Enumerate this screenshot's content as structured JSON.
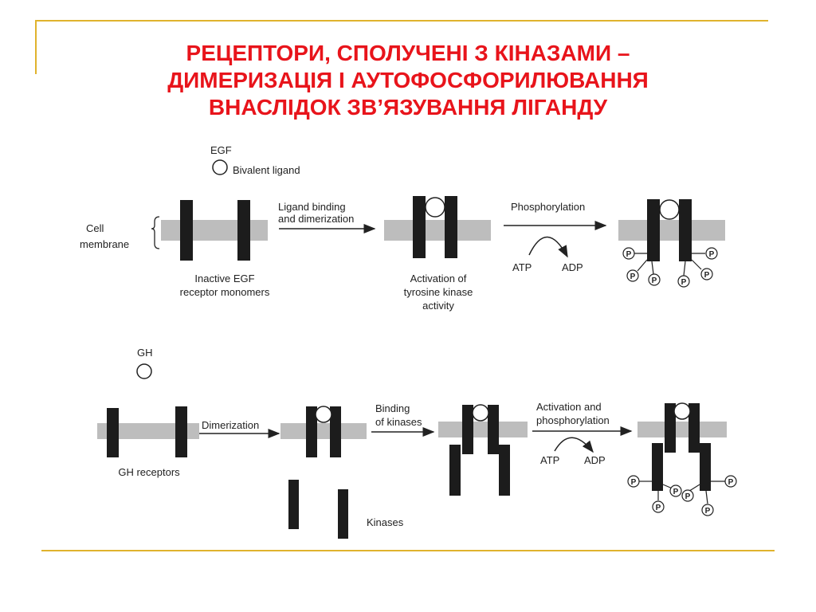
{
  "slide": {
    "title_lines": [
      "РЕЦЕПТОРИ, СПОЛУЧЕНІ З КІНАЗАМИ –",
      "ДИМЕРИЗАЦІЯ І АУТОФОСФОРИЛЮВАННЯ",
      "ВНАСЛІДОК ЗВ’ЯЗУВАННЯ ЛІГАНДУ"
    ]
  },
  "colors": {
    "title": "#e8141b",
    "accent_lines": "#e0b32d",
    "membrane": "#bdbdbd",
    "receptor": "#1c1c1c"
  },
  "egf_panel": {
    "ligand_name": "EGF",
    "ligand_desc": "Bivalent  ligand",
    "membrane_label": [
      "Cell",
      "membrane"
    ],
    "step1_label": [
      "Ligand binding",
      "and dimerization"
    ],
    "state1_label": [
      "Inactive EGF",
      "receptor monomers"
    ],
    "state2_label": [
      "Activation of",
      "tyrosine kinase",
      "activity"
    ],
    "step2_label": "Phosphorylation",
    "atp": "ATP",
    "adp": "ADP",
    "phospho": "P"
  },
  "gh_panel": {
    "ligand_name": "GH",
    "step1_label": "Dimerization",
    "state1_label": "GH receptors",
    "step2_label": [
      "Binding",
      "of kinases"
    ],
    "kinases_label": "Kinases",
    "step3_label": [
      "Activation and",
      "phosphorylation"
    ],
    "atp": "ATP",
    "adp": "ADP",
    "phospho": "P"
  }
}
